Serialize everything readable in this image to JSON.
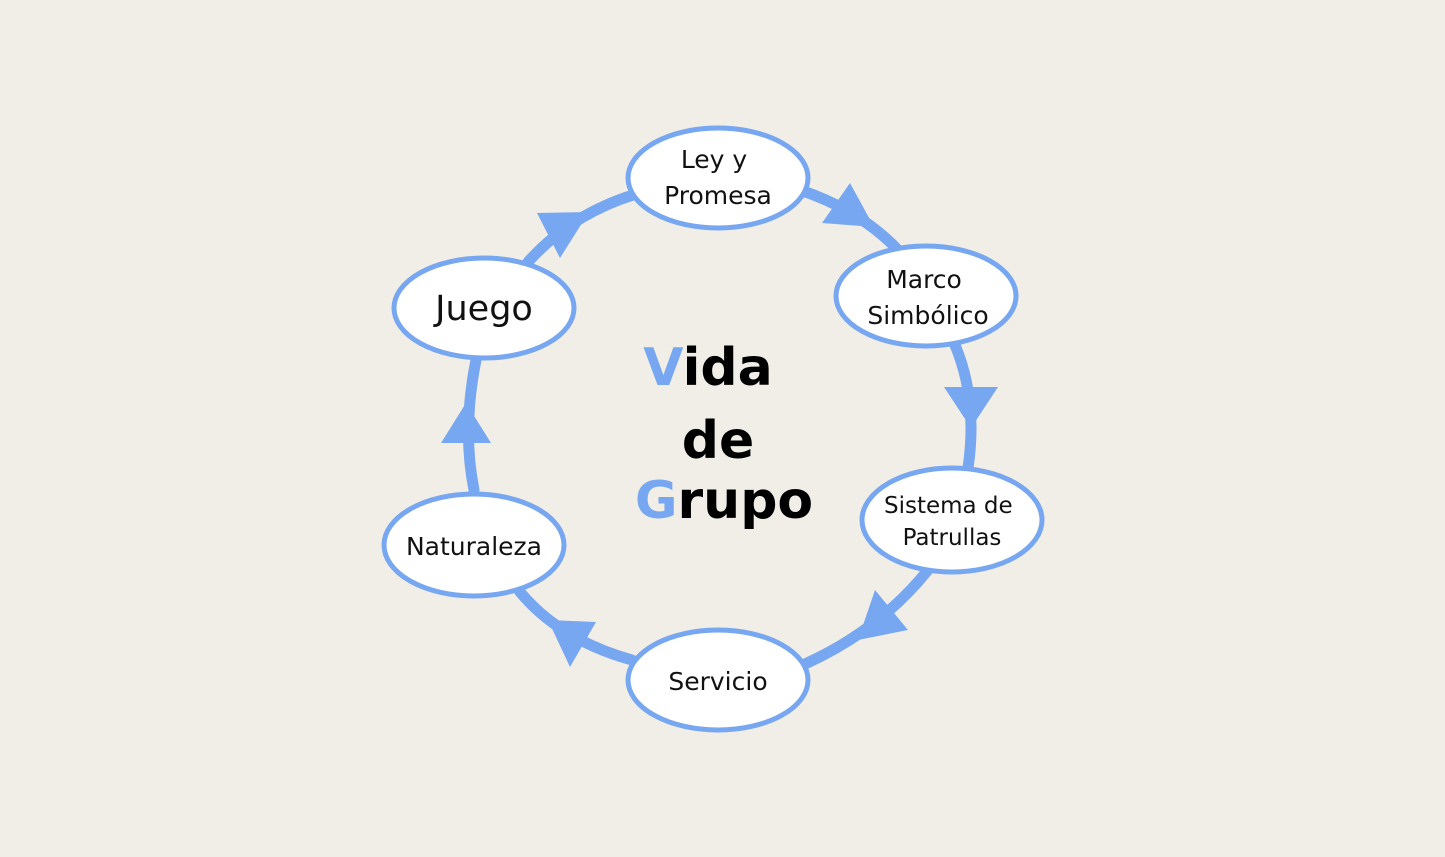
{
  "colors": {
    "background": "#f0eee7",
    "accent": "#77a7f0",
    "node_fill": "#ffffff",
    "text": "#111111"
  },
  "center_title": {
    "line1_initial": "V",
    "line1_rest": "ida",
    "line2": "de",
    "line3_initial": "G",
    "line3_rest": "rupo"
  },
  "nodes": [
    {
      "id": "ley-y-promesa",
      "lines": [
        "Ley y",
        "Promesa"
      ]
    },
    {
      "id": "marco-simbolico",
      "lines": [
        "Marco",
        "Simbólico"
      ]
    },
    {
      "id": "sistema-de-patrullas",
      "lines": [
        "Sistema de",
        "Patrullas"
      ]
    },
    {
      "id": "servicio",
      "lines": [
        "Servicio"
      ]
    },
    {
      "id": "naturaleza",
      "lines": [
        "Naturaleza"
      ]
    },
    {
      "id": "juego",
      "lines": [
        "Juego"
      ]
    }
  ],
  "cycle_direction": "clockwise"
}
